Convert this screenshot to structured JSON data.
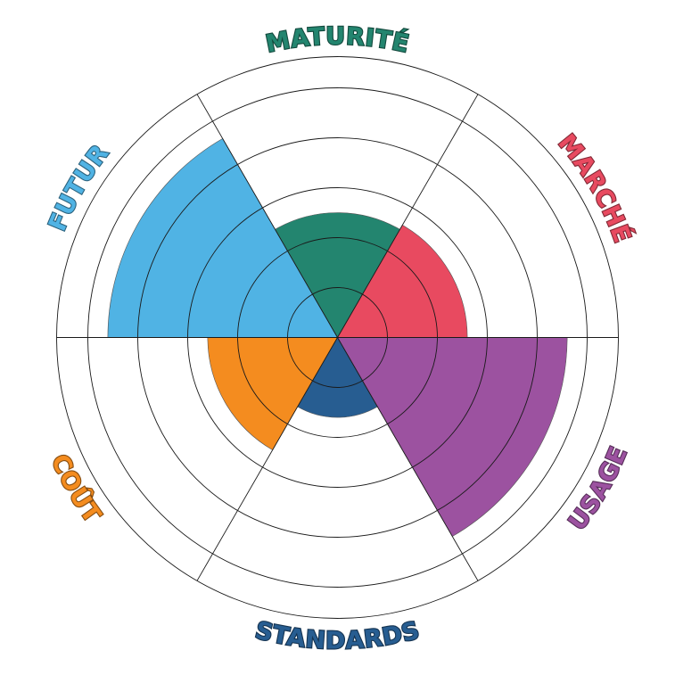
{
  "chart_data": {
    "type": "polar-area",
    "max_value": 5,
    "rings": [
      1,
      2,
      3,
      4,
      5
    ],
    "categories": [
      {
        "label": "MATURITÉ",
        "value": 2.5,
        "color": "#23856f",
        "start_deg": -30,
        "end_deg": 30
      },
      {
        "label": "MARCHÉ",
        "value": 2.6,
        "color": "#e84a60",
        "start_deg": 30,
        "end_deg": 90
      },
      {
        "label": "USAGE",
        "value": 4.6,
        "color": "#9c52a0",
        "start_deg": 90,
        "end_deg": 150
      },
      {
        "label": "STANDARDS",
        "value": 1.6,
        "color": "#275d91",
        "start_deg": 150,
        "end_deg": 210
      },
      {
        "label": "COÛT",
        "value": 2.6,
        "color": "#f48c1f",
        "start_deg": 210,
        "end_deg": 270
      },
      {
        "label": "FUTUR",
        "value": 4.6,
        "color": "#50b3e4",
        "start_deg": 270,
        "end_deg": 330
      }
    ]
  }
}
